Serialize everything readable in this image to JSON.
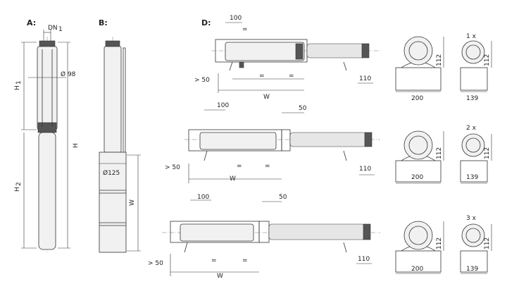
{
  "sections": {
    "a": "A:",
    "b": "B:",
    "d": "D:"
  },
  "labels_a": {
    "dn": "DN",
    "dn_sub": "1",
    "dia": "Ø 98",
    "h1": "H",
    "h1_sub": "1",
    "h": "H",
    "h2": "H",
    "h2_sub": "2"
  },
  "labels_b": {
    "dia": "Ø125",
    "w": "W"
  },
  "rows": [
    {
      "d100": "100",
      "d50": "",
      "gt50": "> 50",
      "w": "W",
      "d110": "110",
      "count": "1 x"
    },
    {
      "d100": "100",
      "d50": "50",
      "gt50": "> 50",
      "w": "W",
      "d110": "110",
      "count": "2 x"
    },
    {
      "d100": "100",
      "d50": "50",
      "gt50": "> 50",
      "w": "W",
      "d110": "110",
      "count": "3 x"
    }
  ],
  "side_dims": {
    "height": "112",
    "base_wide": "200",
    "base_narrow": "139"
  },
  "eq": "="
}
